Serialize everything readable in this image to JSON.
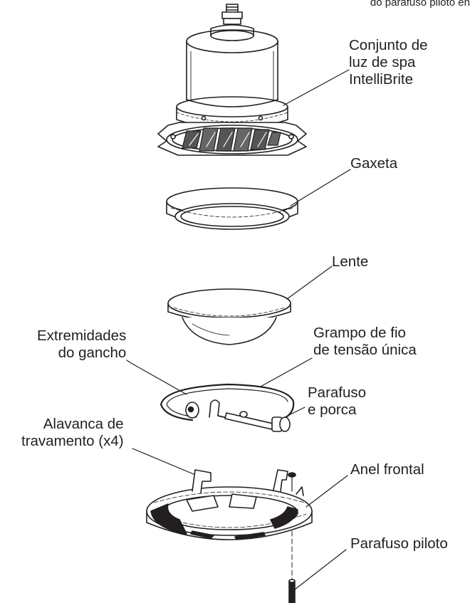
{
  "header": {
    "cutoff_text": "do parafuso piloto en"
  },
  "labels": {
    "conjunto": [
      "Conjunto de",
      "luz de spa",
      "IntelliBrite"
    ],
    "gaxeta": "Gaxeta",
    "lente": "Lente",
    "extremidades": [
      "Extremidades",
      "do gancho"
    ],
    "grampo": [
      "Grampo de fio",
      "de tensão única"
    ],
    "parafuso_porca": [
      "Parafuso",
      "e porca"
    ],
    "alavanca": [
      "Alavanca de",
      "travamento (x4)"
    ],
    "anel": "Anel frontal",
    "parafuso_piloto": "Parafuso piloto"
  }
}
